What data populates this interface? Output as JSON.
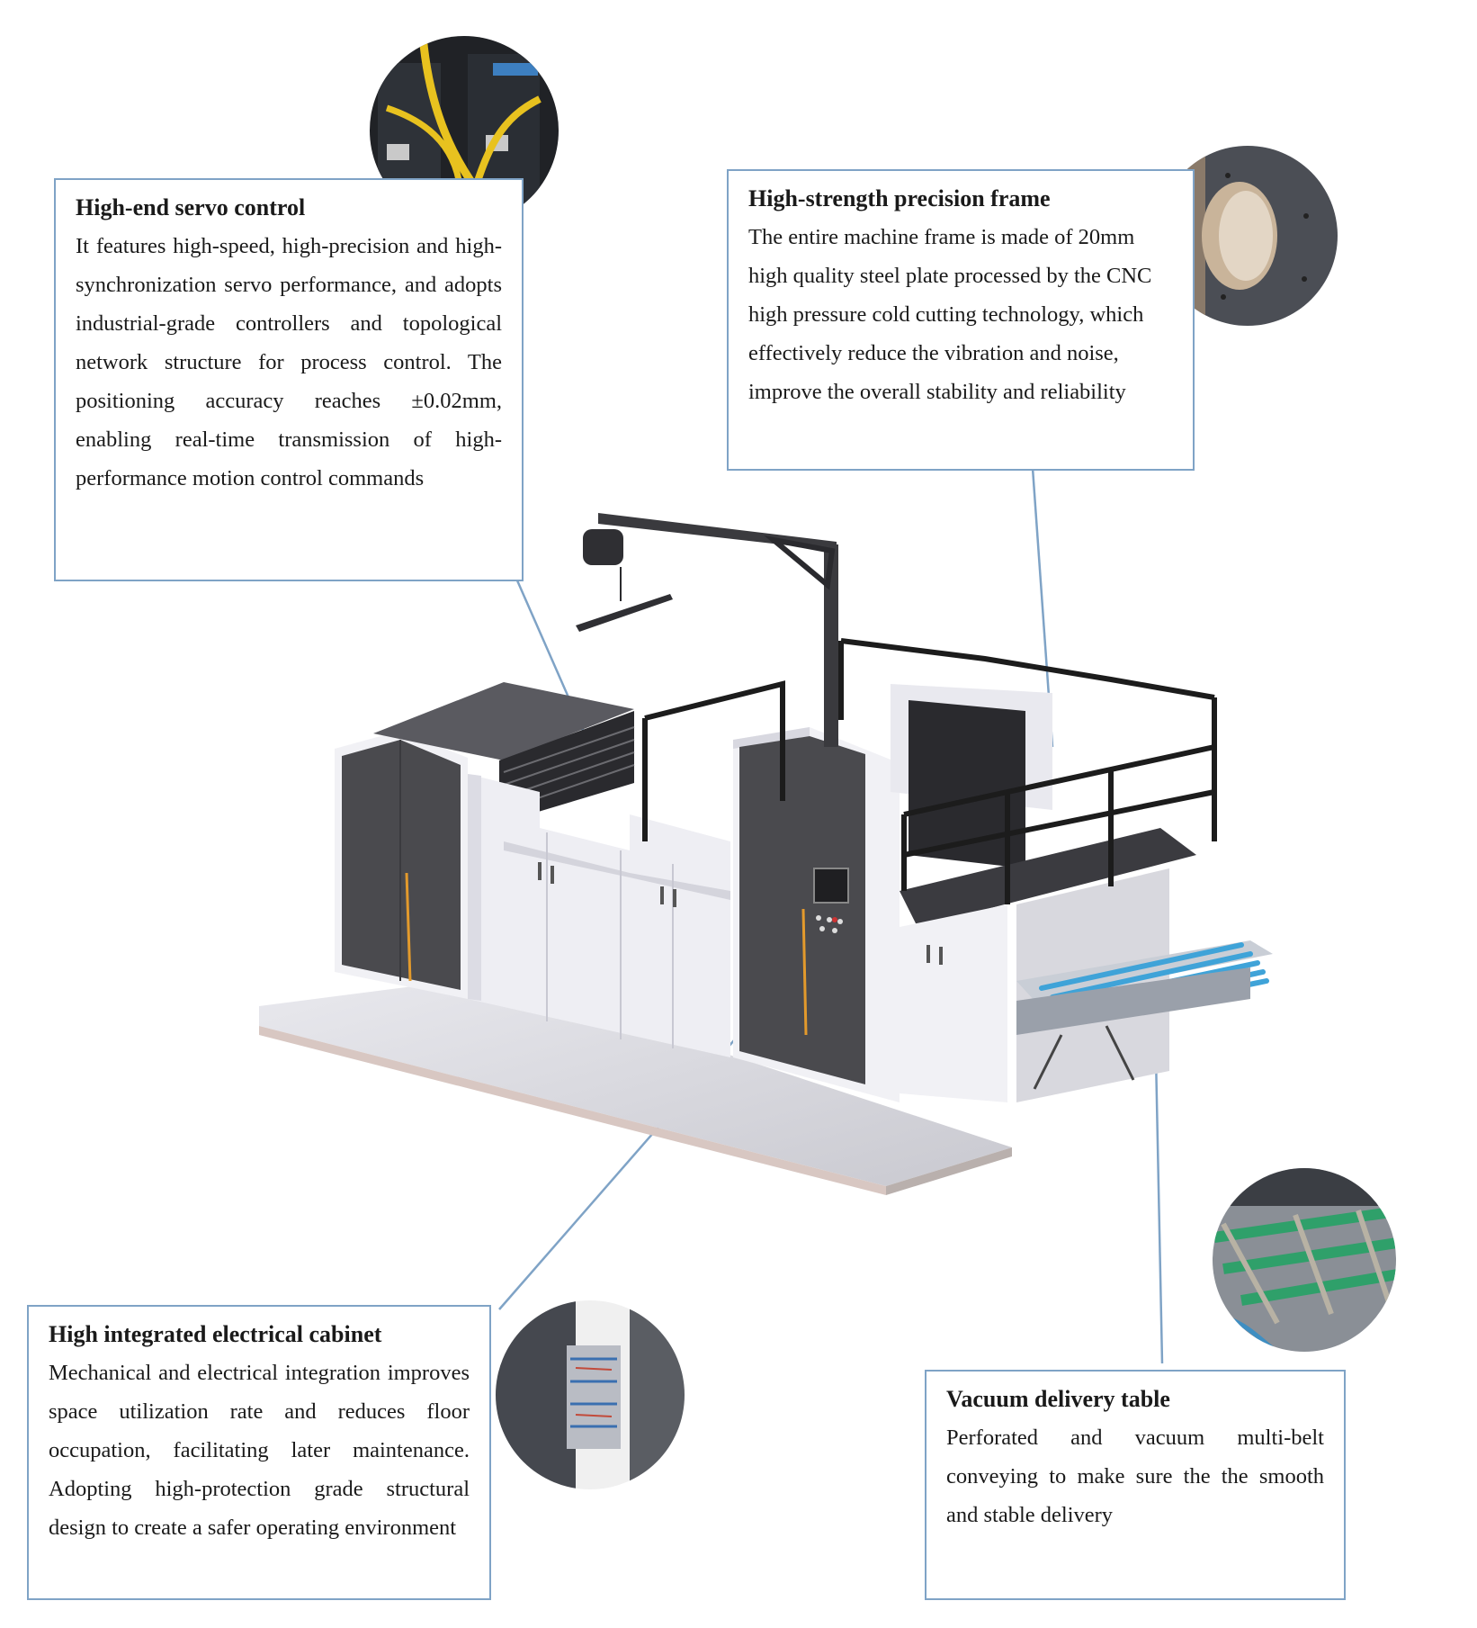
{
  "callouts": {
    "servo": {
      "title": "High-end servo control",
      "body": "It features high-speed, high-precision and high-synchronization servo performance, and adopts industrial-grade controllers and topological network structure for process control. The positioning accuracy reaches ±0.02mm, enabling real-time transmission of high-performance motion control commands"
    },
    "frame": {
      "title": "High-strength precision frame",
      "body": "The entire machine frame is made of 20mm high quality steel plate processed by the CNC high pressure cold cutting technology, which effectively reduce the vibration and noise, improve the overall stability and reliability"
    },
    "cabinet": {
      "title": "High integrated electrical cabinet",
      "body": "Mechanical and electrical integration improves space utilization rate and reduces floor occupation, facilitating later maintenance. Adopting high-protection grade structural design to create a safer operating environment"
    },
    "delivery": {
      "title": "Vacuum delivery table",
      "body": "Perforated and vacuum multi-belt conveying to make sure the the smooth and stable delivery"
    }
  },
  "colors": {
    "border": "#7fa3c6",
    "cabinet_dark": "#4a4a4e",
    "panel_white": "#f1f1f5",
    "rail_black": "#1c1c1c",
    "belt_blue": "#3fa3d8",
    "accent_orange": "#e39a2c"
  }
}
